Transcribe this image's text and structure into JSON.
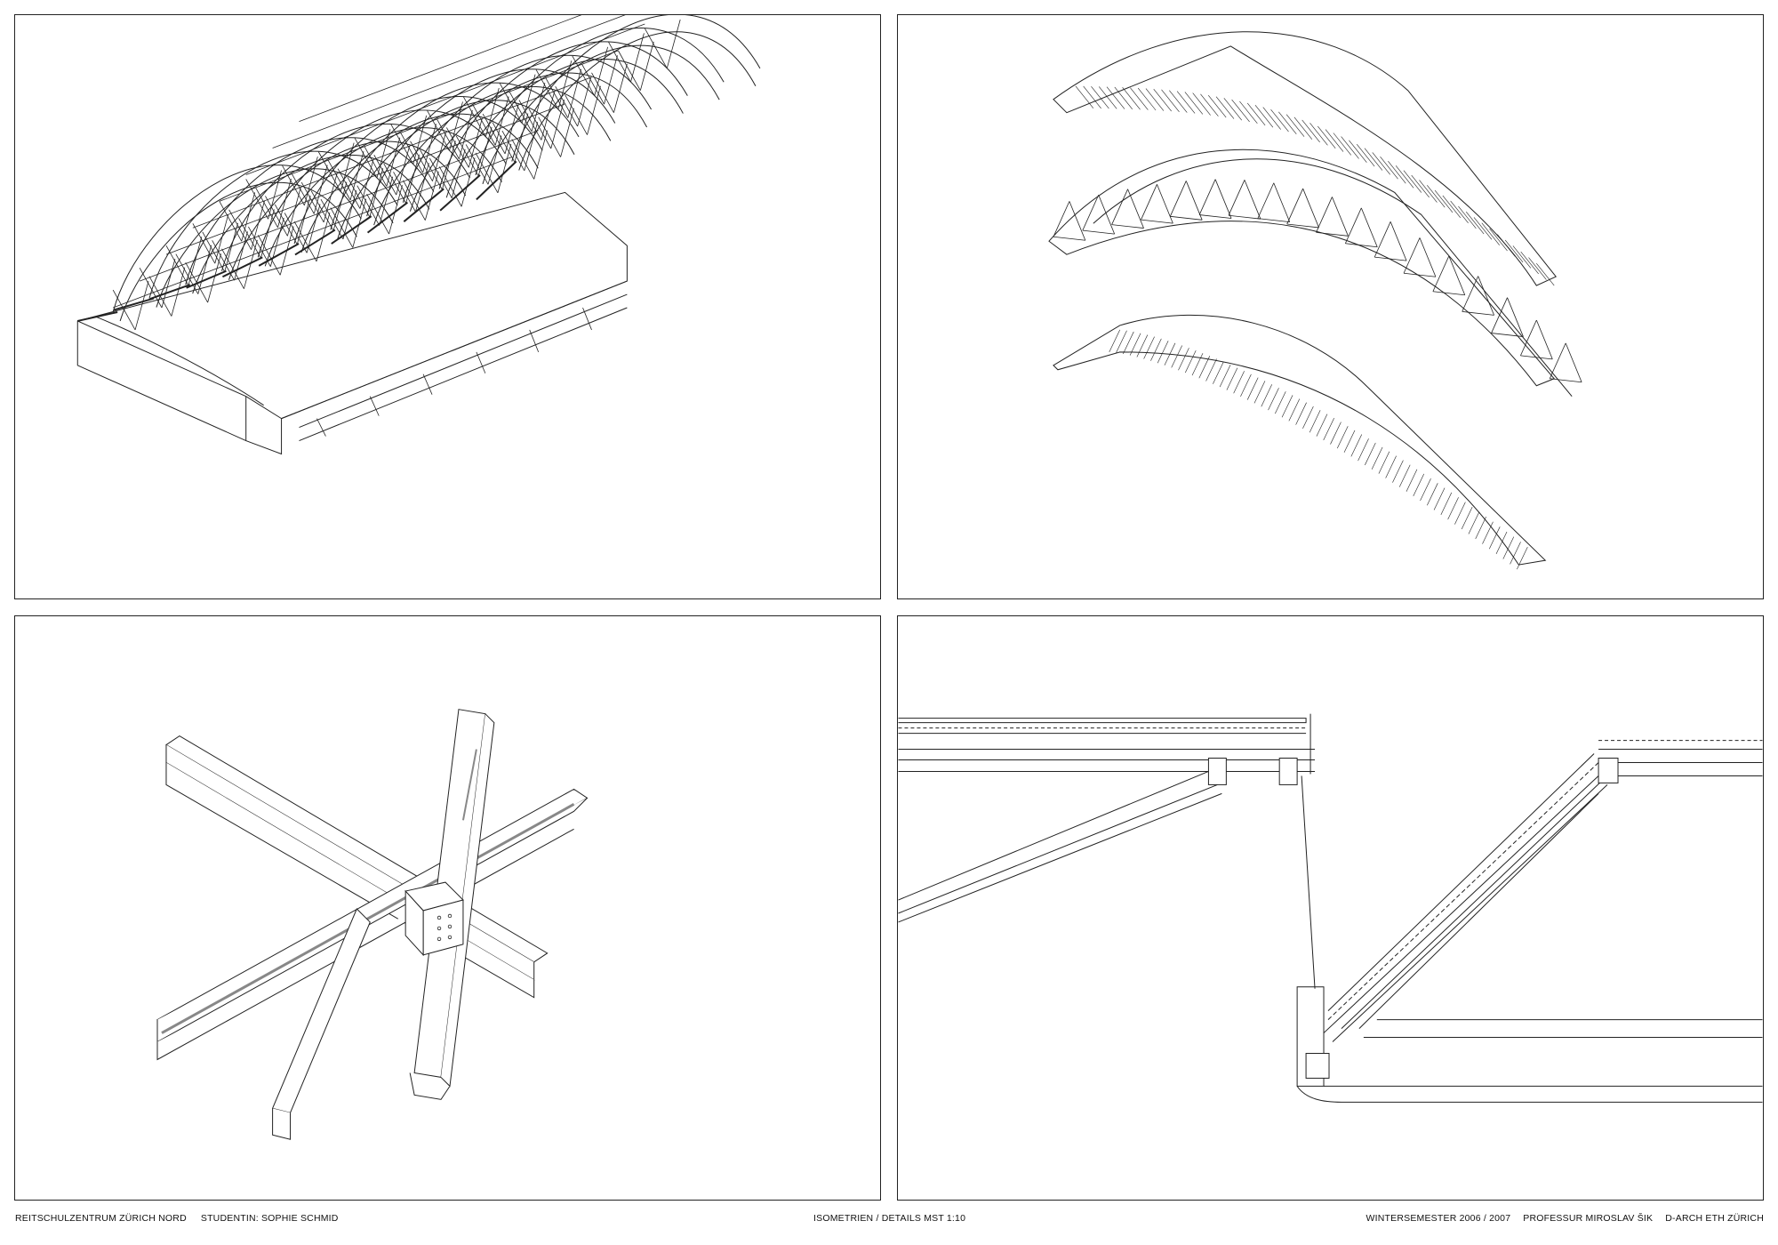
{
  "sheet": {
    "panels": [
      {
        "view": "isometric-roof-structure"
      },
      {
        "view": "exploded-roof-layers"
      },
      {
        "view": "steel-beam-node"
      },
      {
        "view": "truss-section-detail"
      }
    ]
  },
  "footer": {
    "project": "REITSCHULZENTRUM ZÜRICH NORD",
    "student": "STUDENTIN: SOPHIE SCHMID",
    "sheet_title": "ISOMETRIEN / DETAILS MST 1:10",
    "semester": "WINTERSEMESTER 2006 / 2007",
    "professor": "PROFESSUR MIROSLAV ŠIK",
    "institution": "D-ARCH ETH ZÜRICH"
  }
}
